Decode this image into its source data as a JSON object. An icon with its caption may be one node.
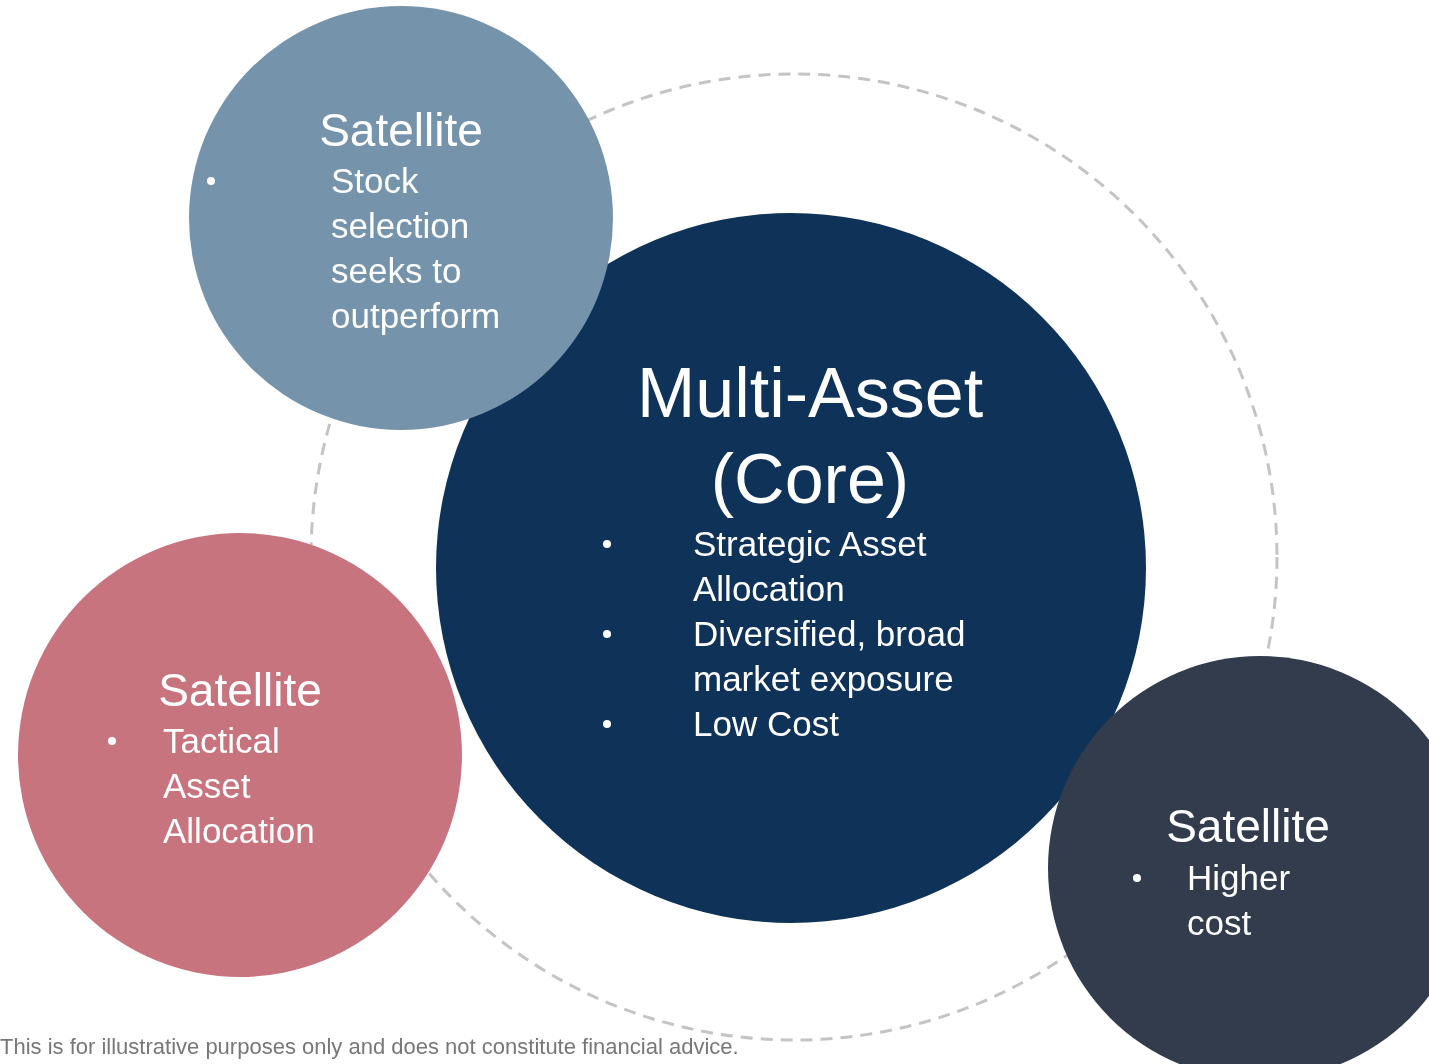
{
  "diagram": {
    "caption": "This is for illustrative purposes only and does not constitute financial advice.",
    "nodes": [
      {
        "text": [
          "Satellite",
          "Stock selection seeks to outperform"
        ]
      },
      {
        "text": [
          "Multi-Asset (Core)",
          "Strategic Asset Allocation",
          "Diversified, broad market exposure",
          "Low Cost"
        ]
      },
      {
        "text": [
          "Satellite",
          "Tactical Asset Allocation"
        ]
      },
      {
        "text": [
          "Satellite",
          "Higher cost"
        ]
      }
    ],
    "edges": []
  }
}
